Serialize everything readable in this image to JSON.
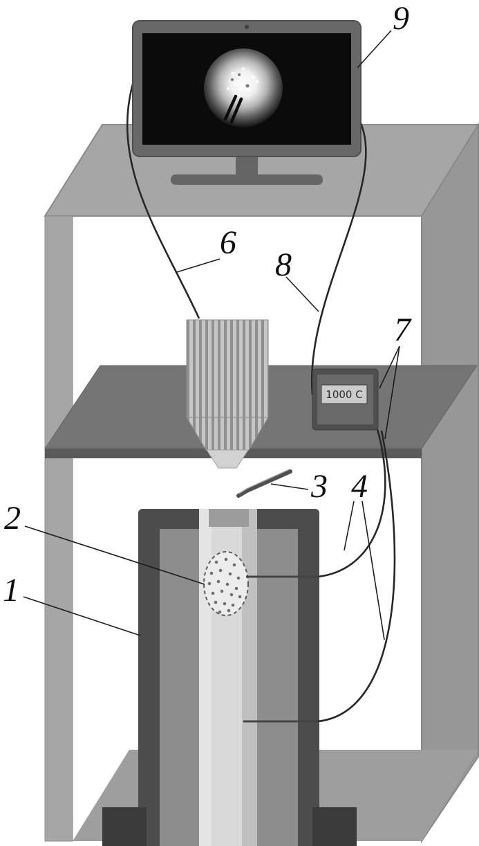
{
  "figure": {
    "display_readout": "1000 C",
    "labels": {
      "l1": "1",
      "l2": "2",
      "l3": "3",
      "l4": "4",
      "l6": "6",
      "l7": "7",
      "l8": "8",
      "l9": "9"
    },
    "colors": {
      "cabinet_top": "#a6a6a6",
      "cabinet_side": "#979797",
      "shelf": "#757575",
      "furnace_shell": "#4c4c4c",
      "furnace_cavity": "#8d8d8d",
      "tube": "#d9d9d9",
      "monitor_frame": "#686868",
      "screen": "#0b0b0b",
      "display_bg": "#cccccc"
    }
  }
}
